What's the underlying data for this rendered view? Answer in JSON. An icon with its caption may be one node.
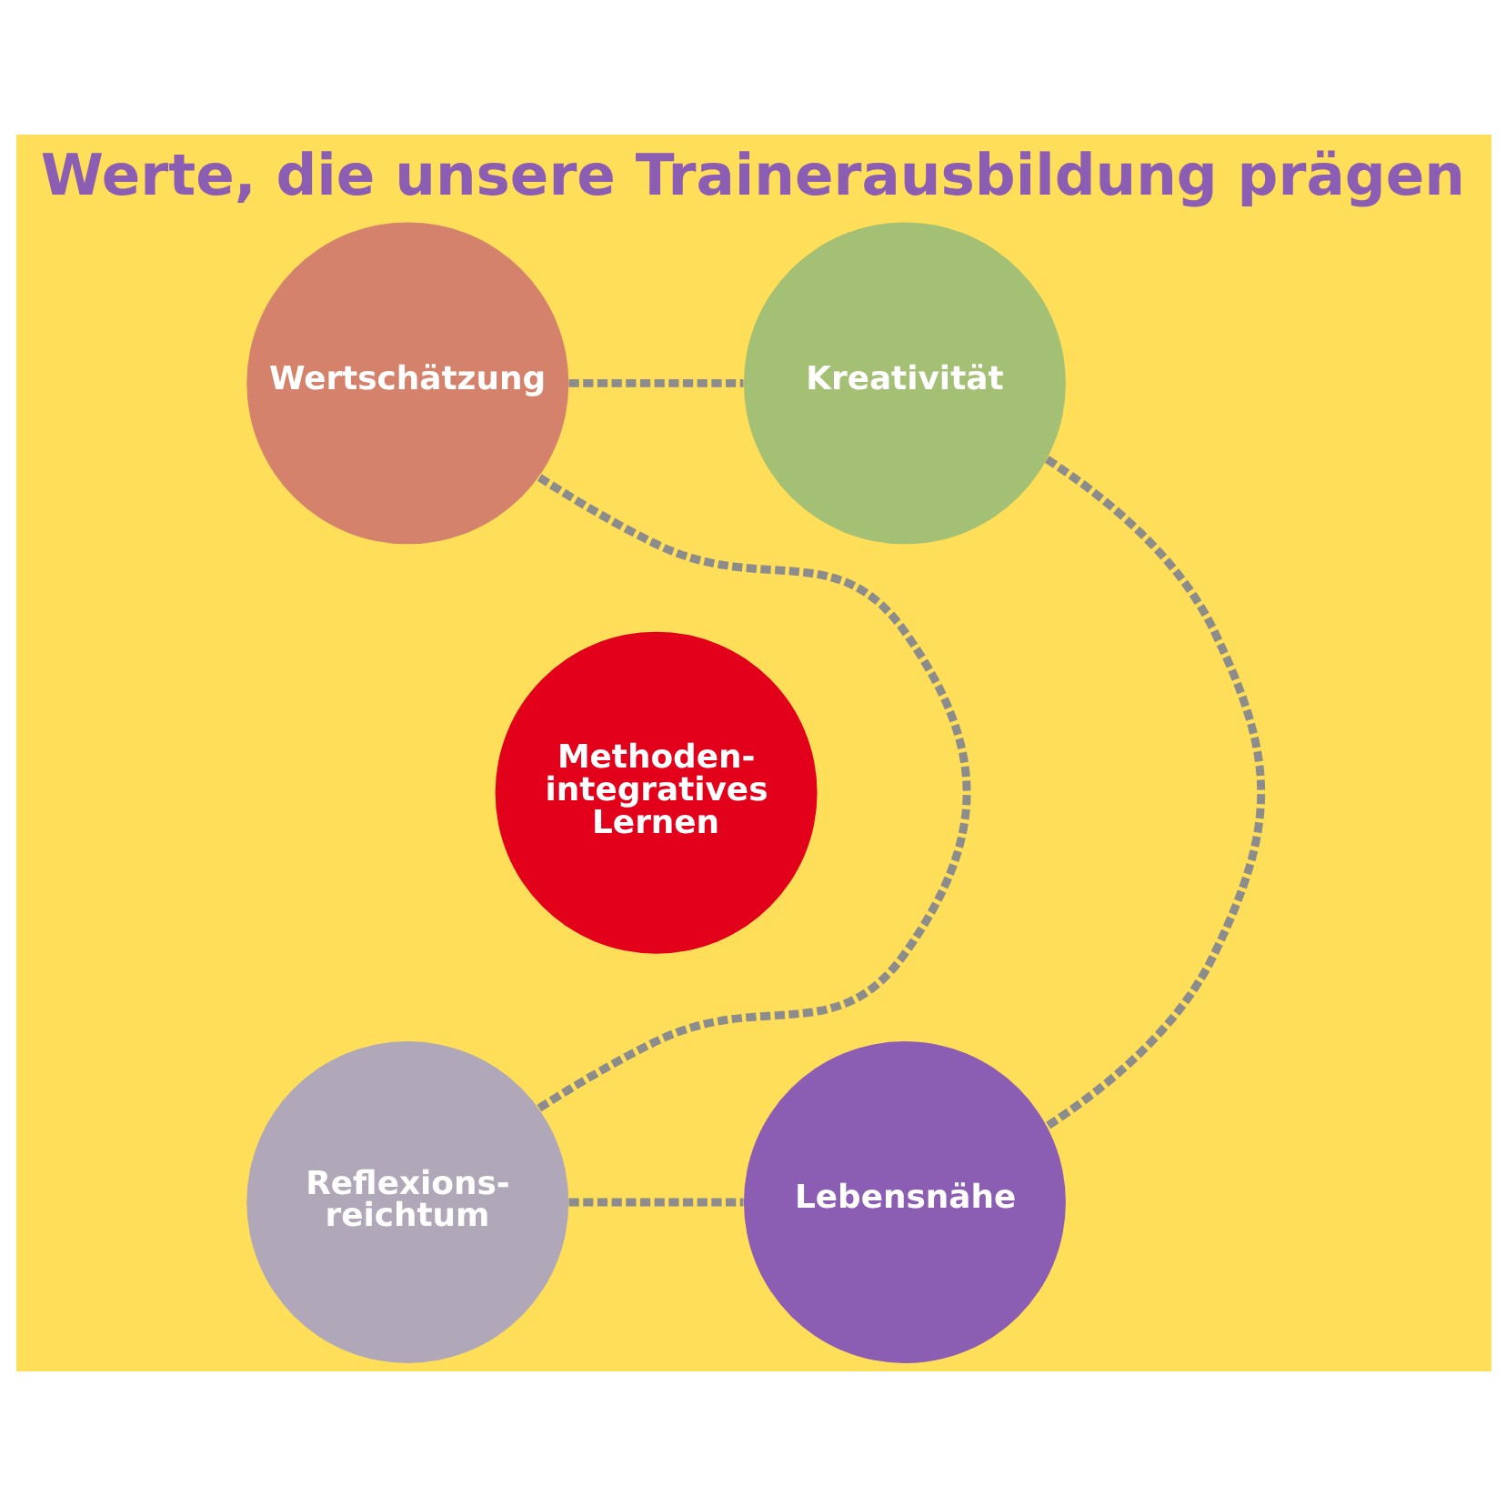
{
  "diagram": {
    "title": "Werte, die unsere Trainerausbildung prägen",
    "nodes": [
      {
        "text": [
          "Wertschätzung"
        ]
      },
      {
        "text": [
          "Kreativität"
        ]
      },
      {
        "text": [
          "Methoden- integratives Lernen"
        ]
      },
      {
        "text": [
          "Reflexions- reichtum"
        ]
      },
      {
        "text": [
          "Lebensnähe"
        ]
      }
    ],
    "edges": [
      {
        "from": 0,
        "to": 1,
        "arrow": "none",
        "style": "dashed"
      },
      {
        "from": 1,
        "to": 4,
        "arrow": "none",
        "style": "dashed"
      },
      {
        "from": 4,
        "to": 3,
        "arrow": "none",
        "style": "dashed"
      },
      {
        "from": 3,
        "to": 0,
        "arrow": "none",
        "style": "dashed"
      }
    ]
  }
}
